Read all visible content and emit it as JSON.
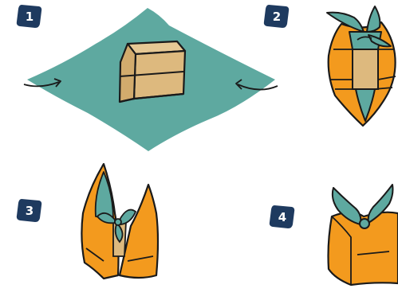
{
  "steps": [
    {
      "number": "1",
      "illustration": "flat-cloth-with-box"
    },
    {
      "number": "2",
      "illustration": "opposite-corners-tied-over-box"
    },
    {
      "number": "3",
      "illustration": "side-corners-raised"
    },
    {
      "number": "4",
      "illustration": "finished-knot-with-bow"
    }
  ],
  "colors": {
    "badge": "#1e3a5f",
    "cloth_teal": "#5ea9a0",
    "cloth_orange": "#f39a1e",
    "box_tan": "#ddb97e",
    "outline": "#1a1a1a"
  }
}
